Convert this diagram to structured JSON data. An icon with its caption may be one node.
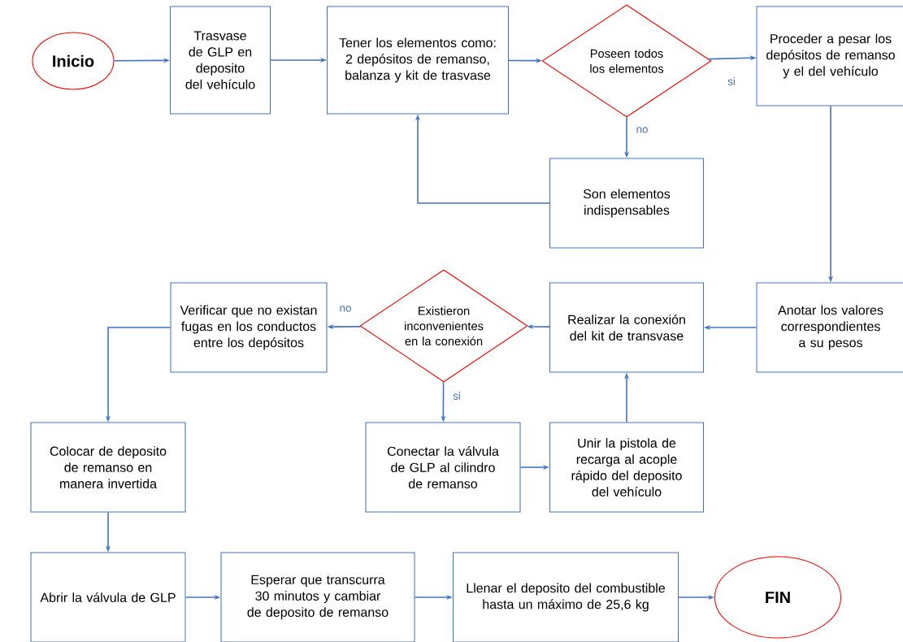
{
  "diagram": {
    "nodes": [
      {
        "text": [
          "Inicio"
        ]
      },
      {
        "text": [
          "Trasvase de GLP en deposito del vehículo"
        ]
      },
      {
        "text": [
          "Tener los elementos como: 2 depósitos de remanso, balanza y kit de trasvase"
        ]
      },
      {
        "text": [
          "Poseen todos los elementos"
        ]
      },
      {
        "text": [
          "Proceder a pesar los depósitos de remanso y el del vehículo"
        ]
      },
      {
        "text": [
          "Son elementos indispensables"
        ]
      },
      {
        "text": [
          "Anotar los valores correspondientes a su pesos"
        ]
      },
      {
        "text": [
          "Realizar la conexión del kit de transvase"
        ]
      },
      {
        "text": [
          "Existieron inconvenientes en la conexión"
        ]
      },
      {
        "text": [
          "Verificar que no existan fugas en los conductos entre los depósitos"
        ]
      },
      {
        "text": [
          "Conectar la válvula de GLP al cilindro de remanso"
        ]
      },
      {
        "text": [
          "Unir la pistola de recarga al acople rápido del deposito del vehículo"
        ]
      },
      {
        "text": [
          "Colocar de deposito de remanso en manera invertida"
        ]
      },
      {
        "text": [
          "Abrir la válvula de GLP"
        ]
      },
      {
        "text": [
          "Esperar que transcurra 30 minutos y cambiar de deposito de remanso"
        ]
      },
      {
        "text": [
          "Llenar el deposito del combustible hasta un máximo de 25,6 kg"
        ]
      },
      {
        "text": [
          "FIN"
        ]
      }
    ],
    "edges": [
      {
        "from": 0,
        "to": 1,
        "arrow": "to"
      },
      {
        "from": 1,
        "to": 2,
        "arrow": "to"
      },
      {
        "from": 2,
        "to": 3,
        "arrow": "to"
      },
      {
        "from": 3,
        "to": 4,
        "arrow": "to",
        "label": "si"
      },
      {
        "from": 3,
        "to": 5,
        "arrow": "to",
        "label": "no"
      },
      {
        "from": 5,
        "to": 2,
        "arrow": "to"
      },
      {
        "from": 4,
        "to": 6,
        "arrow": "to"
      },
      {
        "from": 6,
        "to": 7,
        "arrow": "to"
      },
      {
        "from": 7,
        "to": 8,
        "arrow": "to"
      },
      {
        "from": 8,
        "to": 9,
        "arrow": "to",
        "label": "no"
      },
      {
        "from": 8,
        "to": 10,
        "arrow": "to",
        "label": "si"
      },
      {
        "from": 10,
        "to": 11,
        "arrow": "to"
      },
      {
        "from": 11,
        "to": 7,
        "arrow": "to"
      },
      {
        "from": 9,
        "to": 12,
        "arrow": "to"
      },
      {
        "from": 12,
        "to": 13,
        "arrow": "to"
      },
      {
        "from": 13,
        "to": 14,
        "arrow": "to"
      },
      {
        "from": 14,
        "to": 15,
        "arrow": "to"
      },
      {
        "from": 15,
        "to": 16,
        "arrow": "to"
      }
    ]
  }
}
